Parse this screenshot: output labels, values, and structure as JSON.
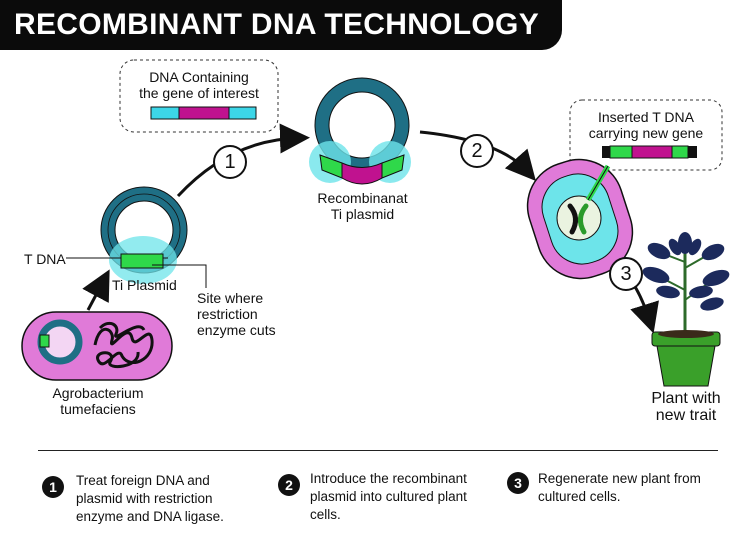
{
  "header": {
    "title": "RECOMBINANT DNA TECHNOLOGY"
  },
  "labels": {
    "dna_gene_line1": "DNA Containing",
    "dna_gene_line2": "the gene of interest",
    "recombinant_line1": "Recombinanat",
    "recombinant_line2": "Ti plasmid",
    "inserted_line1": "Inserted T DNA",
    "inserted_line2": "carrying new gene",
    "t_dna": "T DNA",
    "ti_plasmid": "Ti Plasmid",
    "site_line1": "Site where",
    "site_line2": "restriction",
    "site_line3": "enzyme cuts",
    "agro_line1": "Agrobacterium",
    "agro_line2": "tumefaciens",
    "plant_line1": "Plant with",
    "plant_line2": "new trait"
  },
  "steps": [
    "1",
    "2",
    "3"
  ],
  "legend": [
    {
      "num": "1",
      "text": "Treat foreign DNA and plasmid with restriction enzyme and DNA ligase."
    },
    {
      "num": "2",
      "text": "Introduce the recombinant plasmid into cultured plant cells."
    },
    {
      "num": "3",
      "text": "Regenerate new plant from cultured cells."
    }
  ],
  "colors": {
    "plasmid_teal": "#1f6f85",
    "cyan_dna": "#3cd6e8",
    "magenta_dna": "#c0128f",
    "green_tdna": "#2fd84a",
    "cell_pink": "#e07ad8",
    "cell_cyan": "#6de4ea",
    "pot_green": "#3aa02a",
    "leaf_navy": "#1c2a5c"
  },
  "icons": [
    "ti-plasmid-icon",
    "recombinant-plasmid-icon",
    "agrobacterium-icon",
    "plant-cell-icon",
    "plant-icon",
    "dna-fragment-icon"
  ]
}
